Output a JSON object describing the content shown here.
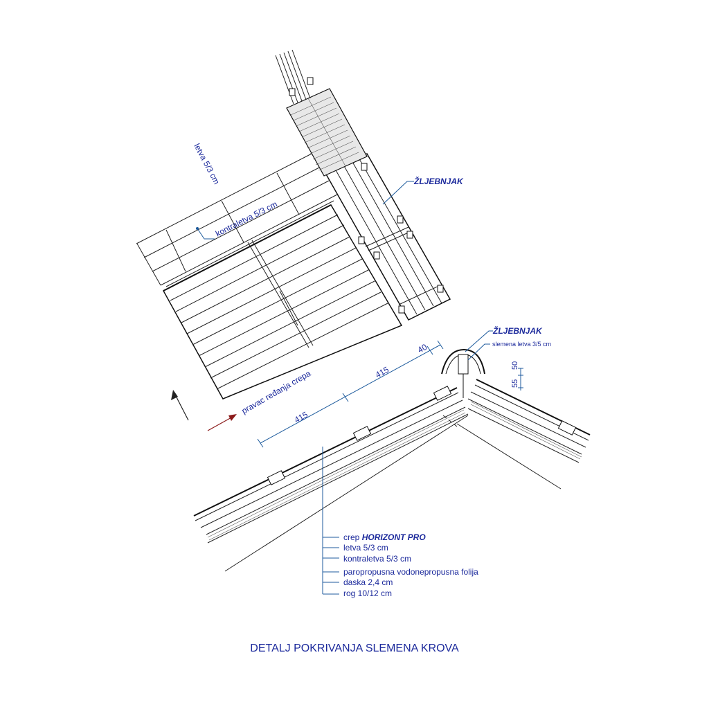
{
  "labels": {
    "zljebnjak_top": "ŽLJEBNJAK",
    "zljebnjak_section": "ŽLJEBNJAK",
    "slemena_letva": "slemena letva 3/5 cm",
    "letva_plan": "letva 5/3 cm",
    "kontraletva_plan": "kontraletva 5/3 cm",
    "pravac": "pravac ređanja crepa",
    "dim_415a": "415",
    "dim_415b": "415",
    "dim_40": "40",
    "dim_50": "50",
    "dim_55": "55",
    "title": "DETALJ POKRIVANJA SLEMENA KROVA"
  },
  "layers": {
    "crep_prefix": "crep ",
    "crep_name": "HORIZONT PRO",
    "items": [
      "letva 5/3 cm",
      "kontraletva 5/3 cm",
      "paropropusna vodonepropusna folija",
      "daska 2,4 cm",
      "rog 10/12 cm"
    ]
  },
  "colors": {
    "annotation": "#1c2a9c",
    "leader": "#1c5a9c",
    "linework": "#222222",
    "arrow": "#c0392b"
  }
}
